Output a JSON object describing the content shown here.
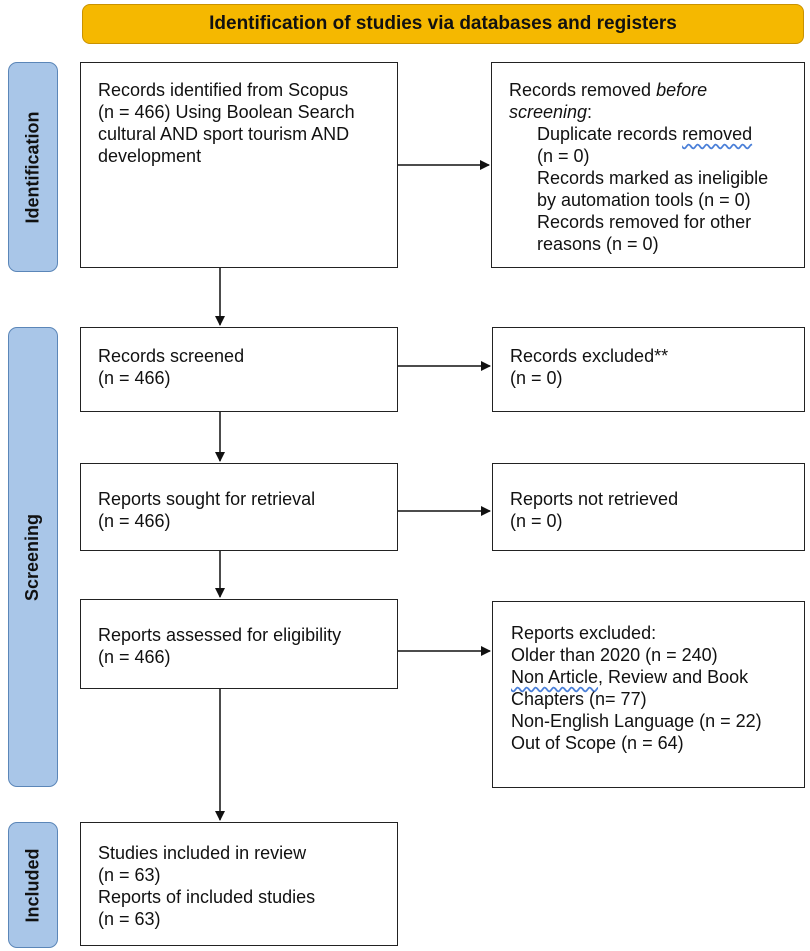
{
  "header": {
    "title": "Identification of studies via databases and registers"
  },
  "phases": {
    "identification": "Identification",
    "screening": "Screening",
    "included": "Included"
  },
  "boxes": {
    "records_identified": {
      "lines": [
        "Records identified from Scopus",
        "(n = 466) Using Boolean Search",
        "cultural AND sport tourism AND",
        "development"
      ]
    },
    "records_removed": {
      "title_prefix": "Records removed ",
      "title_italic": "before",
      "title_italic2": "screening",
      "title_suffix": ":",
      "dup_prefix": "Duplicate records ",
      "dup_underlined": "removed",
      "dup_n": "(n = 0)",
      "ineligible_1": "Records marked as ineligible",
      "ineligible_2": "by automation tools (n = 0)",
      "other_1": "Records removed for other",
      "other_2": "reasons (n = 0)"
    },
    "records_screened": {
      "lines": [
        "Records screened",
        "(n = 466)"
      ]
    },
    "records_excluded": {
      "lines": [
        "Records excluded**",
        "(n = 0)"
      ]
    },
    "reports_sought": {
      "lines": [
        "Reports sought for retrieval",
        "(n = 466)"
      ]
    },
    "reports_not_retrieved": {
      "lines": [
        "Reports not retrieved",
        "(n = 0)"
      ]
    },
    "reports_assessed": {
      "lines": [
        "Reports assessed for eligibility",
        "(n = 466)"
      ]
    },
    "reports_excluded": {
      "title": "Reports excluded:",
      "older": "Older than 2020 (n = 240)",
      "non_article_underlined": "Non Article",
      "non_article_rest": ", Review and Book",
      "chapters": "Chapters (n= 77)",
      "non_english": "Non-English Language (n = 22)",
      "out_of_scope": "Out of Scope (n = 64)"
    },
    "studies_included": {
      "lines": [
        "Studies included in review",
        "(n = 63)",
        "Reports of included studies",
        "(n = 63)"
      ]
    }
  },
  "colors": {
    "banner": "#f5b800",
    "phase_label": "#a9c6e8",
    "wavy_underline": "#4a7fd8"
  }
}
